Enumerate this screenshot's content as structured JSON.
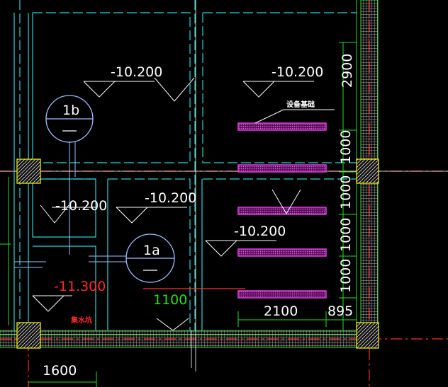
{
  "colors": {
    "background": "#000000",
    "wall": "#ffff00",
    "grid_axis": "#ff2a2a",
    "dashed_outline": "#28d2d2",
    "leader": "#ffffff",
    "equipment_base": "#c020c0",
    "dimension": "#20e020",
    "section_marker": "#9ec0ff"
  },
  "levels": [
    {
      "id": "level-top-left",
      "text": "-10.200"
    },
    {
      "id": "level-top-right",
      "text": "-10.200"
    },
    {
      "id": "level-mid-left",
      "text": "-10.200"
    },
    {
      "id": "level-mid-center",
      "text": "-10.200"
    },
    {
      "id": "level-mid-right",
      "text": "-10.200"
    },
    {
      "id": "level-sump",
      "text": "-11.300"
    }
  ],
  "section_markers": [
    {
      "id": "1b",
      "label": "1b"
    },
    {
      "id": "1a",
      "label": "1a"
    }
  ],
  "annotations": {
    "equipment_foundation": "设备基础",
    "sump_pit": "集水坑"
  },
  "dimensions": {
    "vertical": [
      "2900",
      "1000",
      "1000",
      "1000",
      "1000"
    ],
    "bottom_2100": "2100",
    "bottom_895": "895",
    "green_1100": "1100",
    "left_1600": "1600"
  }
}
